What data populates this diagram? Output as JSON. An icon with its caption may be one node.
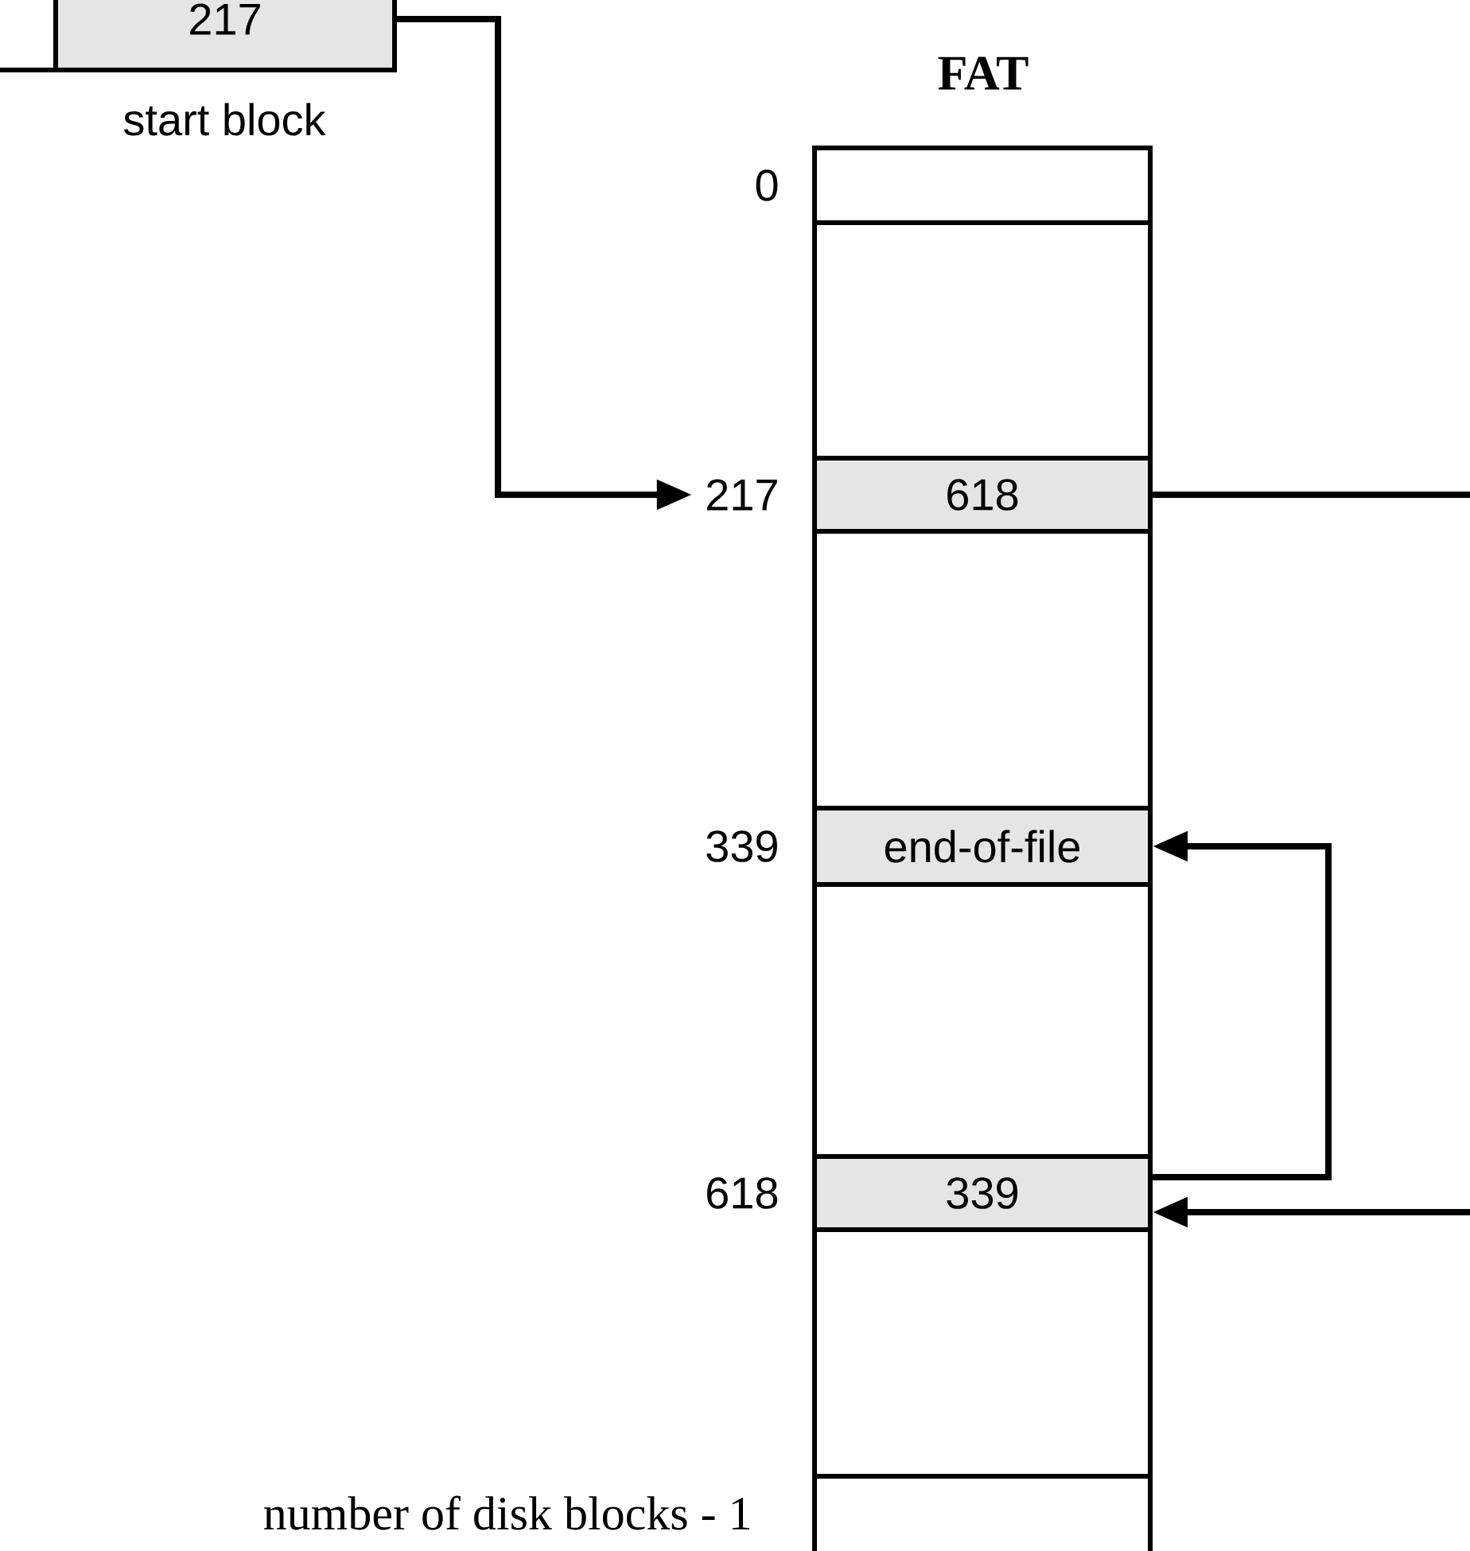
{
  "diagram": {
    "nodes": [
      {
        "text": [],
        "shape": "box"
      },
      {
        "text": [
          "217"
        ],
        "beside": [
          "start block"
        ]
      },
      {
        "text": [
          "FAT"
        ]
      },
      {
        "text": [],
        "shape": "box",
        "beside": [
          "0"
        ],
        "in": 2
      },
      {
        "text": [
          "618"
        ],
        "beside": [
          "217"
        ],
        "in": 2
      },
      {
        "text": [
          "end-of-file"
        ],
        "beside": [
          "339"
        ],
        "in": 2
      },
      {
        "text": [
          "339"
        ],
        "beside": [
          "618"
        ],
        "in": 2
      },
      {
        "text": [],
        "shape": "box",
        "beside": [
          "number of disk blocks - 1"
        ],
        "in": 2
      }
    ],
    "edges": [
      {
        "from": 1,
        "to": 4,
        "arrow": "to"
      },
      {
        "from": 4,
        "to": 6,
        "arrow": "to"
      },
      {
        "from": 6,
        "to": 5,
        "arrow": "to"
      }
    ]
  }
}
